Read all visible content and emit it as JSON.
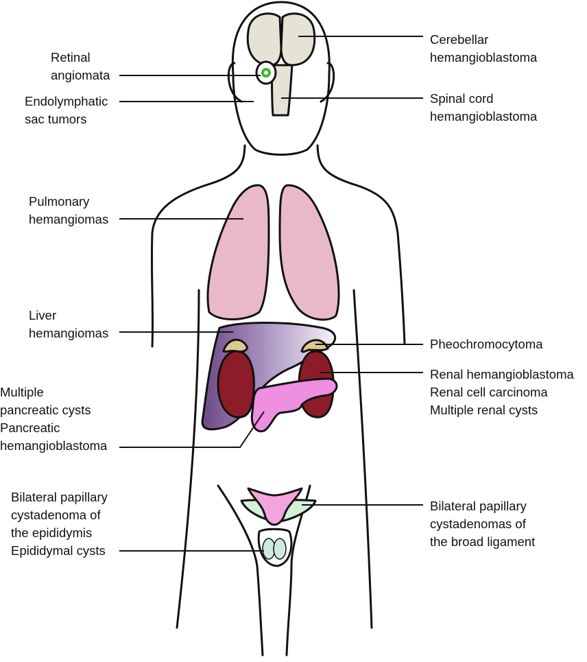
{
  "colors": {
    "outline": "#111111",
    "brain": "#e6e2d6",
    "lung": "#eab9c8",
    "liver_dark": "#7b5a93",
    "liver_light": "#f4f0f8",
    "kidney": "#8c1d28",
    "adrenal": "#ddc890",
    "pancreas": "#ee8fe0",
    "uterus": "#f4a4dc",
    "ligament": "#d6efd9",
    "testis": "#cfe9e0",
    "eye_green": "#3cb82e"
  },
  "labels": {
    "retinal": [
      "Retinal",
      "angiomata"
    ],
    "endolymphatic": [
      "Endolymphatic",
      "sac tumors"
    ],
    "cerebellar": [
      "Cerebellar",
      "hemangioblastoma"
    ],
    "spinal": [
      "Spinal cord",
      "hemangioblastoma"
    ],
    "pulmonary": [
      "Pulmonary",
      "hemangiomas"
    ],
    "liver": [
      "Liver",
      "hemangiomas"
    ],
    "pheo": [
      "Pheochromocytoma"
    ],
    "renal": [
      "Renal hemangioblastoma",
      "Renal cell carcinoma",
      "Multiple renal cysts"
    ],
    "pancreatic": [
      "Multiple",
      "pancreatic cysts",
      "Pancreatic",
      "hemangioblastoma"
    ],
    "epididymis": [
      "Bilateral papillary",
      "cystadenoma of",
      "the epididymis",
      "Epididymal cysts"
    ],
    "broad_ligament": [
      "Bilateral papillary",
      "cystadenomas of",
      "the broad ligament"
    ]
  }
}
